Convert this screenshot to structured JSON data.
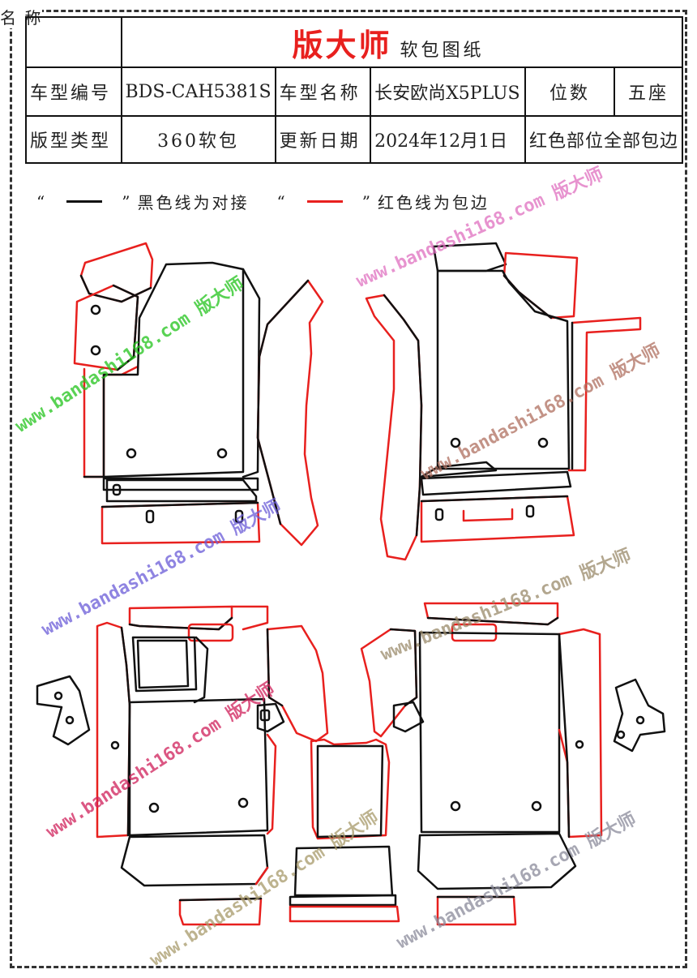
{
  "corner_label": "名 称",
  "header": {
    "brand": "版大师",
    "subtitle": "软包图纸"
  },
  "info": {
    "model_code_label": "车型编号",
    "model_code": "BDS-CAH5381S",
    "model_name_label": "车型名称",
    "model_name": "长安欧尚X5PLUS",
    "seats_label": "位数",
    "seats": "五座",
    "type_label": "版型类型",
    "type": "360软包",
    "date_label": "更新日期",
    "date": "2024年12月1日",
    "note": "红色部位全部包边"
  },
  "legend": {
    "quote_open": "“",
    "quote_close": "”",
    "black_text": "黑色线为对接",
    "red_text": "红色线为包边"
  },
  "colors": {
    "edge_red": "#e8201e",
    "seam_black": "#111111"
  },
  "watermarks": [
    {
      "text": "www.bandashi168.com 版大师",
      "color": "#22c41c"
    },
    {
      "text": "www.bandashi168.com 版大师",
      "color": "#e06fc0"
    },
    {
      "text": "www.bandashi168.com 版大师",
      "color": "#6a5bd8"
    },
    {
      "text": "www.bandashi168.com 版大师",
      "color": "#b07060"
    },
    {
      "text": "www.bandashi168.com 版大师",
      "color": "#d0205a"
    },
    {
      "text": "www.bandashi168.com 版大师",
      "color": "#a89a6a"
    },
    {
      "text": "www.bandashi168.com 版大师",
      "color": "#8a8a9a"
    },
    {
      "text": "www.bandashi168.com 版大师",
      "color": "#9a8a6a"
    }
  ]
}
